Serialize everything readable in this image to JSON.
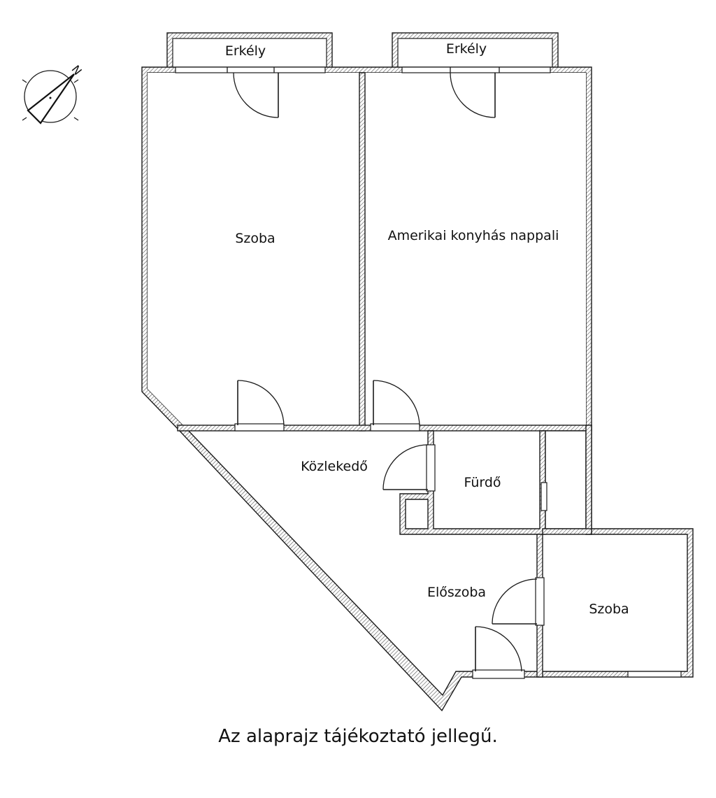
{
  "rooms": {
    "balcony_left": "Erkély",
    "balcony_right": "Erkély",
    "bedroom_top": "Szoba",
    "living_kitchen": "Amerikai konyhás nappali",
    "corridor": "Közlekedő",
    "bathroom": "Fürdő",
    "hall": "Előszoba",
    "bedroom_bottom": "Szoba"
  },
  "compass": {
    "north_label": "N"
  },
  "caption": "Az alaprajz tájékoztató jellegű.",
  "colors": {
    "line": "#1a1a1a",
    "background": "#ffffff"
  }
}
